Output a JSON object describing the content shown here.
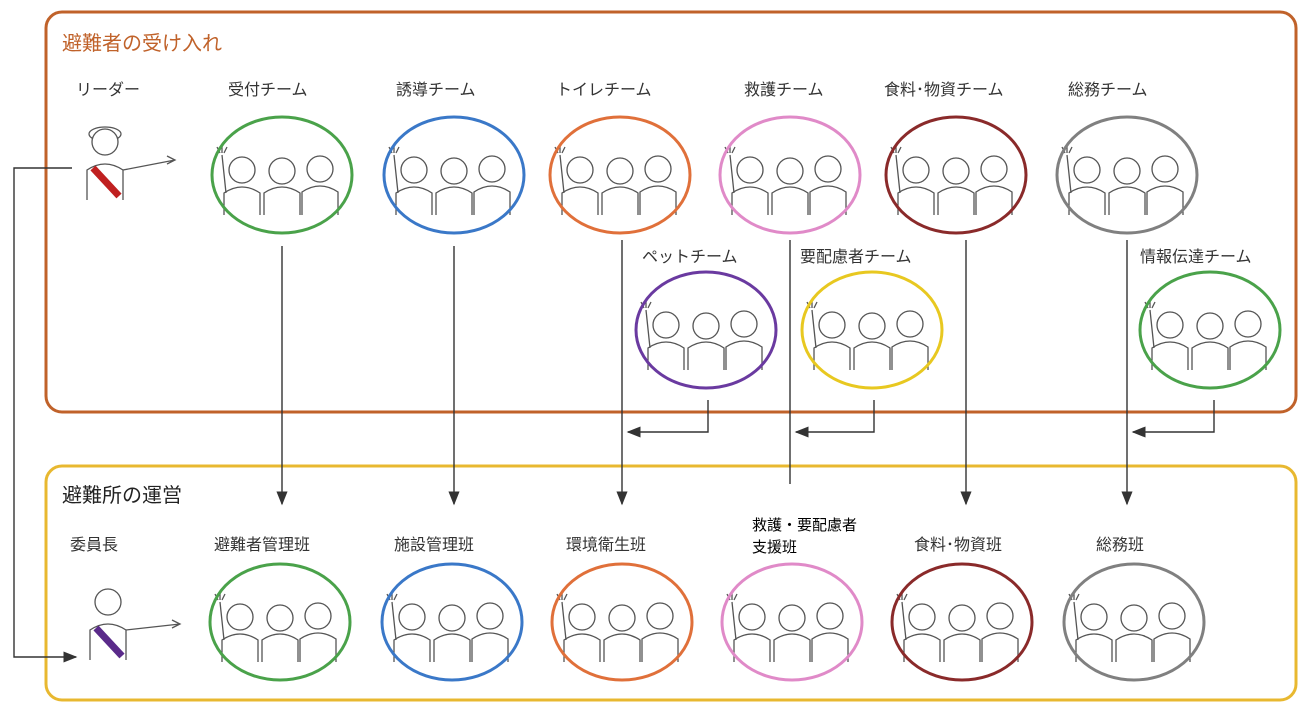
{
  "colors": {
    "top_frame": "#c0622a",
    "bottom_frame": "#e8b830",
    "top_title": "#c0622a",
    "bottom_title": "#222222",
    "green": "#4aa24a",
    "blue": "#3a78c8",
    "orange": "#e0703a",
    "pink": "#e08ac8",
    "maroon": "#8a2a2a",
    "gray": "#808080",
    "purple": "#6a3aa0",
    "yellow": "#e8c820",
    "leader_sash": "#c02020",
    "chair_sash": "#5a2a8a"
  },
  "top_section": {
    "title": "避難者の受け入れ",
    "leader_label": "リーダー",
    "teams": [
      {
        "label": "受付チーム",
        "color": "green"
      },
      {
        "label": "誘導チーム",
        "color": "blue"
      },
      {
        "label": "トイレチーム",
        "color": "orange"
      },
      {
        "label": "救護チーム",
        "color": "pink"
      },
      {
        "label": "食料･物資チーム",
        "color": "maroon"
      },
      {
        "label": "総務チーム",
        "color": "gray"
      },
      {
        "label": "ペットチーム",
        "color": "purple"
      },
      {
        "label": "要配慮者チーム",
        "color": "yellow"
      },
      {
        "label": "情報伝達チーム",
        "color": "green"
      }
    ]
  },
  "bottom_section": {
    "title": "避難所の運営",
    "chair_label": "委員長",
    "groups": [
      {
        "label": "避難者管理班",
        "color": "green"
      },
      {
        "label": "施設管理班",
        "color": "blue"
      },
      {
        "label": "環境衛生班",
        "color": "orange"
      },
      {
        "label_line1": "救護・要配慮者",
        "label_line2": "支援班",
        "color": "pink"
      },
      {
        "label": "食料･物資班",
        "color": "maroon"
      },
      {
        "label": "総務班",
        "color": "gray"
      }
    ]
  }
}
